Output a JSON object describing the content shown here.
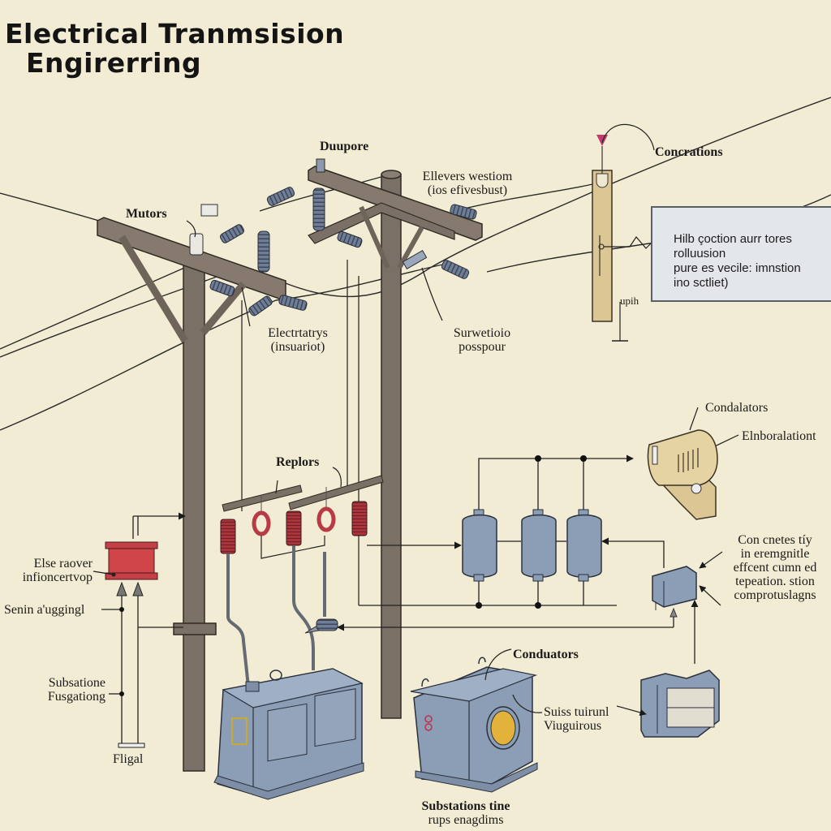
{
  "title": {
    "line1": "Electrical Tranmsision",
    "line2": "Engirerring"
  },
  "labels": {
    "duupore": "Duupore",
    "ellevers_line1": "Ellevers westiom",
    "ellevers_line2": "(ios efivesbust)",
    "mutors": "Mutors",
    "concrations": "Concrations",
    "electrtatrys_line1": "Electrtatrys",
    "electrtatrys_line2": "(insuariot)",
    "survetioio_line1": "Surwetioio",
    "survetioio_line2": "posspour",
    "upih": "upih",
    "condalators": "Condalators",
    "elnboralationt": "Elnboralationt",
    "replors": "Replors",
    "else_raover_line1": "Else raover",
    "else_raover_line2": "infioncertvop",
    "senin": "Senin a'uggingl",
    "subsatione_line1": "Subsatione",
    "subsatione_line2": "Fusgationg",
    "fligal": "Fligal",
    "con_cnetes_line1": "Con cnetes tíy",
    "con_cnetes_line2": "in eremgnitle",
    "con_cnetes_line3": "effcent cumn ed",
    "con_cnetes_line4": "tepeation. stion",
    "con_cnetes_line5": "comprotuslagns",
    "conduators": "Conduators",
    "suiss_line1": "Suiss tuirunl",
    "suiss_line2": "Viuguirous",
    "substations_line1": "Substations tine",
    "substations_line2": "rups enagdims"
  },
  "callout": {
    "line1": "Hilb çoction aurr tores",
    "line2": "rolluusion",
    "line3": "pure es vecile: imnstion",
    "line4": "ino sctliet)"
  },
  "colors": {
    "background": "#f3ecd4",
    "pole": "#7b7065",
    "insulator": "#6f7d96",
    "equipment": "#8c9db6",
    "coil_red": "#a9343c",
    "breaker_red": "#d0454a",
    "tan": "#dcc794",
    "lamp_yellow": "#e2b23a"
  }
}
